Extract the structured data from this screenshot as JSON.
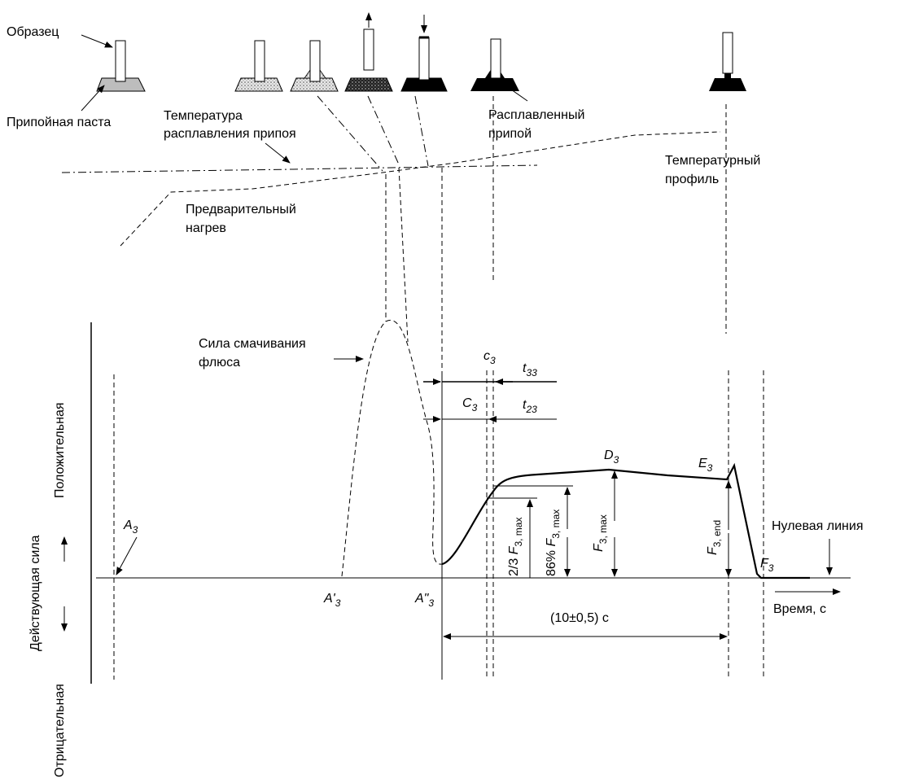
{
  "samples": {
    "specimen_label": "Образец",
    "paste_label": "Припойная паста",
    "molten_label_1": "Расплавленный",
    "molten_label_2": "припой"
  },
  "temperature": {
    "melting_label_1": "Температура",
    "melting_label_2": "расплавления припоя",
    "preheat_label_1": "Предварительный",
    "preheat_label_2": "нагрев",
    "profile_label_1": "Температурный",
    "profile_label_2": "профиль"
  },
  "force_chart": {
    "y_axis_label": "Действующая сила",
    "positive_label": "Положительная",
    "negative_label": "Отрицательная",
    "x_axis_label": "Время, с",
    "zero_line_label": "Нулевая линия",
    "flux_label_1": "Сила смачивания",
    "flux_label_2": "флюса",
    "duration_label": "(10±0,5) с",
    "points": {
      "A": {
        "main": "A",
        "sub": "3"
      },
      "A1": {
        "main": "A'",
        "sub": "3"
      },
      "A2": {
        "main": "A\"",
        "sub": "3"
      },
      "c": {
        "main": "c",
        "sub": "3"
      },
      "C": {
        "main": "C",
        "sub": "3"
      },
      "t33": {
        "main": "t",
        "sub": "33"
      },
      "t23": {
        "main": "t",
        "sub": "23"
      },
      "D": {
        "main": "D",
        "sub": "3"
      },
      "E": {
        "main": "E",
        "sub": "3"
      },
      "F": {
        "main": "F",
        "sub": "3"
      }
    },
    "measures": {
      "two_thirds": {
        "prefix": "2/3 ",
        "main": "F",
        "sub": "3, max"
      },
      "eighty_six": {
        "prefix": "86% ",
        "main": "F",
        "sub": "3, max"
      },
      "fmax": {
        "prefix": "",
        "main": "F",
        "sub": "3, max"
      },
      "fend": {
        "prefix": "",
        "main": "F",
        "sub": "3, end"
      }
    }
  }
}
